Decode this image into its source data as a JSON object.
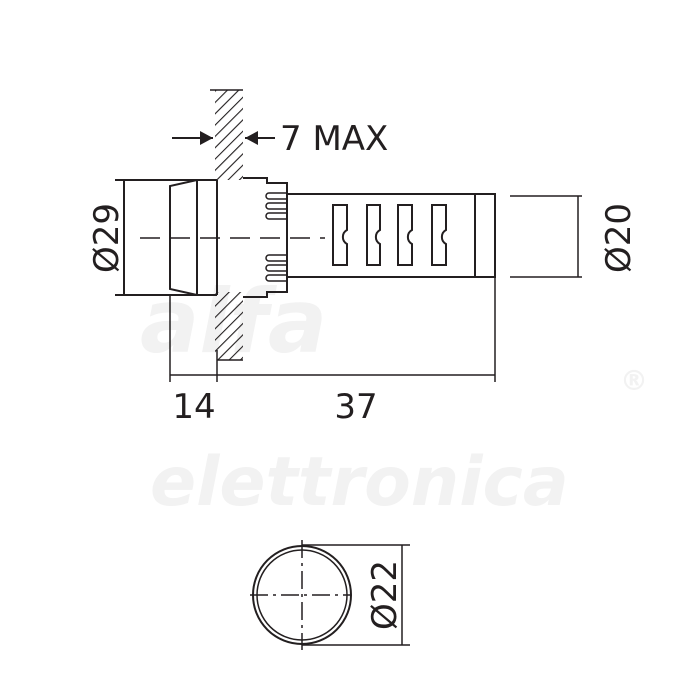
{
  "watermark": {
    "line1": "alfa",
    "line2": "elettronica",
    "mark": "®"
  },
  "dimensions": {
    "panel_thickness": "7 MAX",
    "bezel_diameter": "Ø29",
    "body_diameter": "Ø20",
    "front_length": "14",
    "body_length": "37",
    "hole_diameter": "Ø22"
  },
  "colors": {
    "line": "#231f20",
    "watermark": "#f2f2f2"
  }
}
